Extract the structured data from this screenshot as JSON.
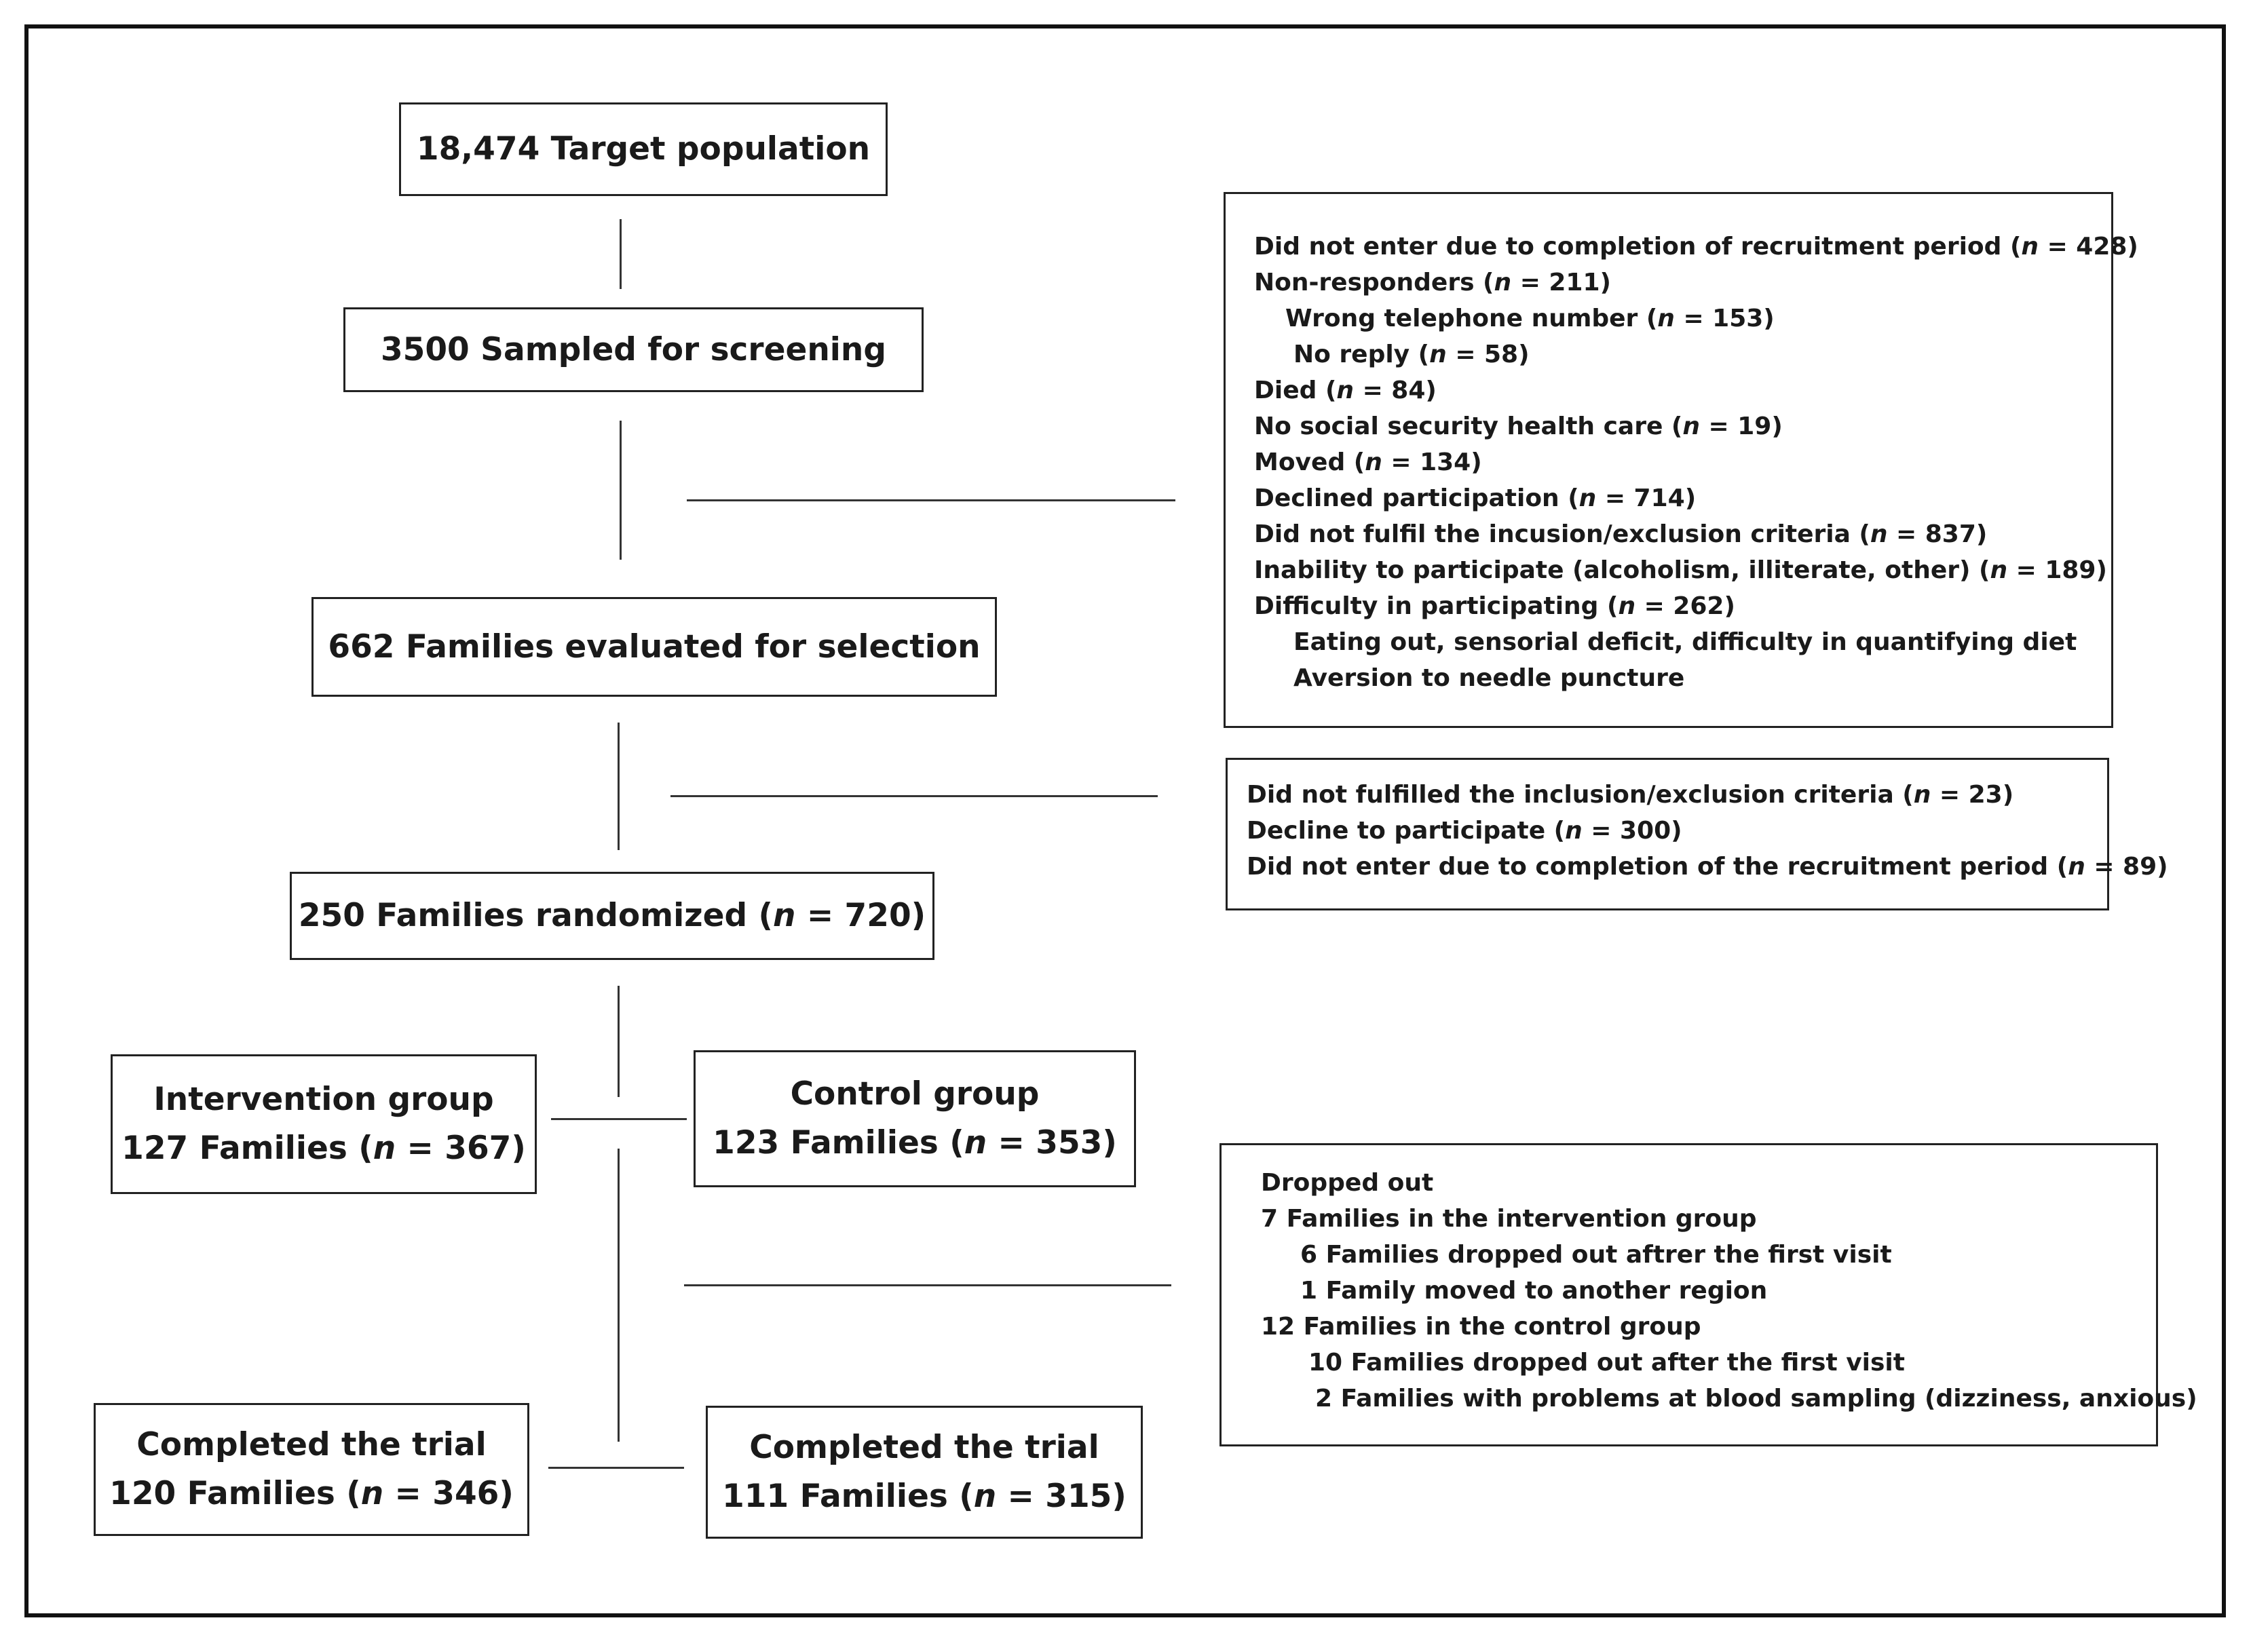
{
  "boxes": {
    "target": {
      "lines": [
        "18,474 Target population"
      ]
    },
    "sampled": {
      "lines": [
        "3500 Sampled for screening"
      ]
    },
    "evaluated": {
      "lines": [
        "662 Families evaluated for selection"
      ]
    },
    "randomized": {
      "prefix": "250 Families randomized (",
      "n": "n",
      "suffix": " = 720)"
    },
    "intervention": {
      "title": "Intervention group",
      "prefix": "127 Families (",
      "n": "n",
      "suffix": " = 367)"
    },
    "control": {
      "title": "Control group",
      "prefix": "123 Families (",
      "n": "n",
      "suffix": " = 353)"
    },
    "completed_intervention": {
      "title": "Completed the trial",
      "prefix": "120 Families (",
      "n": "n",
      "suffix": " = 346)"
    },
    "completed_control": {
      "title": "Completed the trial",
      "prefix": "111 Families (",
      "n": "n",
      "suffix": " = 315)"
    }
  },
  "exclusions_screening": [
    {
      "text": "Did not enter due to completion of recruitment period (",
      "n": "n",
      "tail": " = 428)",
      "indent": 0
    },
    {
      "text": "Non-responders (",
      "n": "n",
      "tail": " = 211)",
      "indent": 0
    },
    {
      "text": "Wrong telephone number (",
      "n": "n",
      "tail": " = 153)",
      "indent": 1
    },
    {
      "text": "No reply (",
      "n": "n",
      "tail": " = 58)",
      "indent": 2
    },
    {
      "text": "Died (",
      "n": "n",
      "tail": " = 84)",
      "indent": 0
    },
    {
      "text": "No social security health care (",
      "n": "n",
      "tail": " = 19)",
      "indent": 0
    },
    {
      "text": "Moved (",
      "n": "n",
      "tail": " = 134)",
      "indent": 0
    },
    {
      "text": "Declined participation (",
      "n": "n",
      "tail": " = 714)",
      "indent": 0
    },
    {
      "text": "Did not fulfil the incusion/exclusion criteria (",
      "n": "n",
      "tail": " = 837)",
      "indent": 0
    },
    {
      "text": "Inability to participate (alcoholism, illiterate, other) (",
      "n": "n",
      "tail": " = 189)",
      "indent": 0
    },
    {
      "text": "Difficulty in participating (",
      "n": "n",
      "tail": " = 262)",
      "indent": 0
    },
    {
      "text": "Eating out, sensorial deficit, difficulty in quantifying diet",
      "n": "",
      "tail": "",
      "indent": 2
    },
    {
      "text": "Aversion to needle puncture",
      "n": "",
      "tail": "",
      "indent": 2
    }
  ],
  "exclusions_selection": [
    {
      "text": "Did not fulfilled the inclusion/exclusion criteria (",
      "n": "n",
      "tail": " = 23)"
    },
    {
      "text": "Decline to participate (",
      "n": "n",
      "tail": " = 300)"
    },
    {
      "text": "Did not enter due to completion of the recruitment period (",
      "n": "n",
      "tail": " = 89)"
    }
  ],
  "dropouts": [
    {
      "text": "Dropped out",
      "indent": 0
    },
    {
      "text": "7 Families in the intervention group",
      "indent": 0
    },
    {
      "text": "6 Families dropped out aftrer the first visit",
      "indent": 3
    },
    {
      "text": "1 Family moved to another region",
      "indent": 3
    },
    {
      "text": "12 Families in the control group",
      "indent": 0
    },
    {
      "text": "10 Families dropped out after the first visit",
      "indent": 3
    },
    {
      "text": "2 Families with problems at blood sampling (dizziness, anxious)",
      "indent": 4
    }
  ]
}
